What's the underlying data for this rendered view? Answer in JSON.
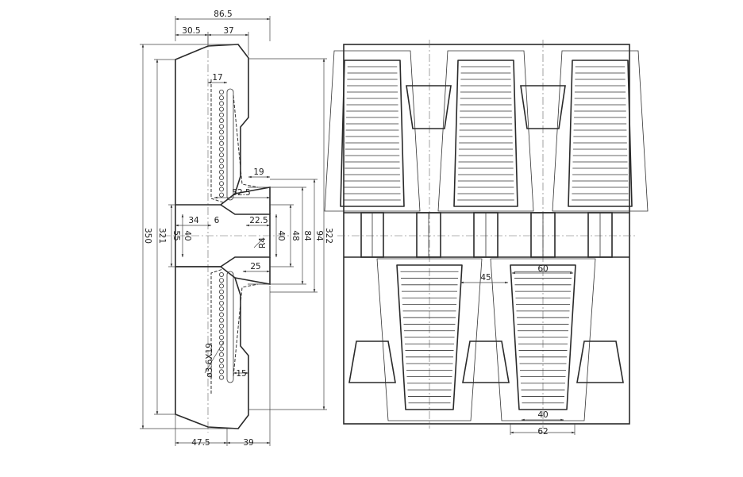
{
  "side_view": {
    "overall_width": "86.5",
    "left_segment": "30.5",
    "right_segment": "37",
    "inner_offset": "17",
    "lug_height": "19",
    "guide_top": "52.5",
    "guide_left": "34",
    "guide_small": "6",
    "guide_mid": "22.5",
    "radius": "R4",
    "guide_bottom": "25",
    "cable": "ø3.6X19",
    "bottom_offset": "15",
    "height_350": "350",
    "height_321": "321",
    "height_40_left": "40",
    "height_55": "55",
    "height_40_right": "40",
    "height_48": "48",
    "height_84": "84",
    "height_94": "94",
    "height_322": "322",
    "bottom_left": "47.5",
    "bottom_right": "39"
  },
  "plan_view": {
    "dim_60": "60",
    "dim_45": "45",
    "dim_40": "40",
    "dim_62": "62"
  }
}
